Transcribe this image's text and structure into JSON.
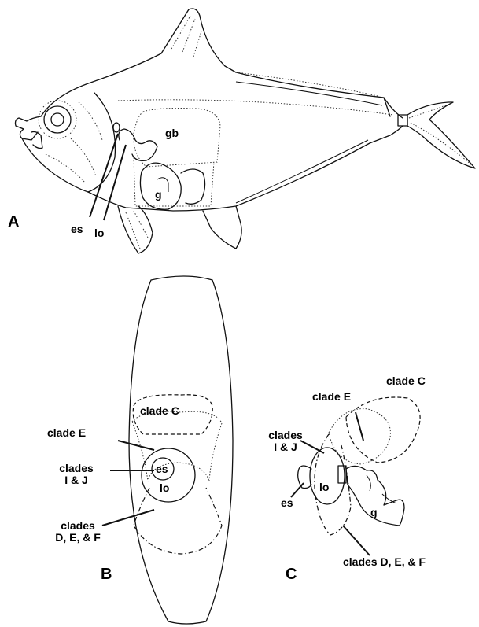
{
  "panels": {
    "a": {
      "letter": "A",
      "labels": {
        "gb": "gb",
        "g": "g",
        "es": "es",
        "lo": "lo"
      }
    },
    "b": {
      "letter": "B",
      "labels": {
        "clade_c": "clade C",
        "clade_e": "clade E",
        "clades_ij_line1": "clades",
        "clades_ij_line2": "I & J",
        "es": "es",
        "lo": "lo",
        "clades_def_line1": "clades",
        "clades_def_line2": "D, E, & F"
      }
    },
    "c": {
      "letter": "C",
      "labels": {
        "clade_c": "clade C",
        "clade_e": "clade E",
        "clades_ij_line1": "clades",
        "clades_ij_line2": "I & J",
        "lo": "lo",
        "es": "es",
        "g": "g",
        "clades_def": "clades D, E, & F"
      }
    }
  }
}
